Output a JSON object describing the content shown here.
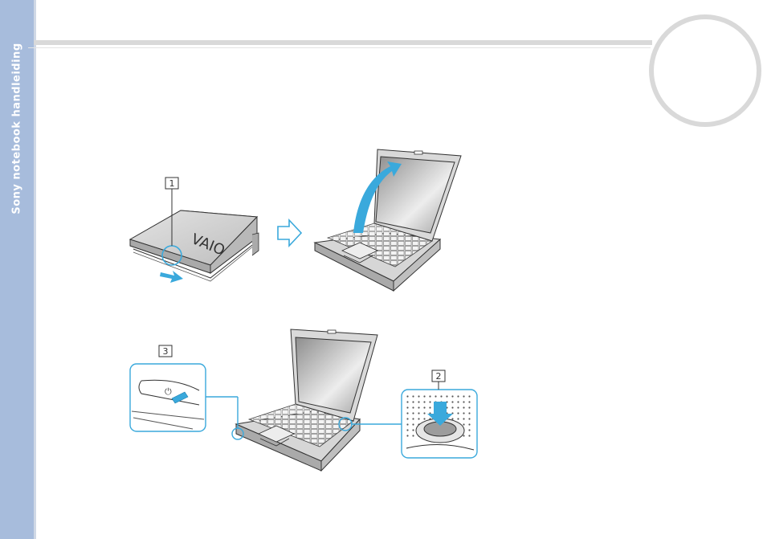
{
  "sidebar": {
    "title": "Sony notebook handleiding"
  },
  "page": {
    "number": ""
  },
  "steps": {
    "open_latch": "1",
    "press_button": "2",
    "power_indicator": "3"
  },
  "brand": {
    "logo": "VAIO"
  },
  "colors": {
    "sidebar": "#a7bcdc",
    "accent": "#3aa9dc",
    "rule": "#d9d9d9",
    "line": "#333333"
  }
}
